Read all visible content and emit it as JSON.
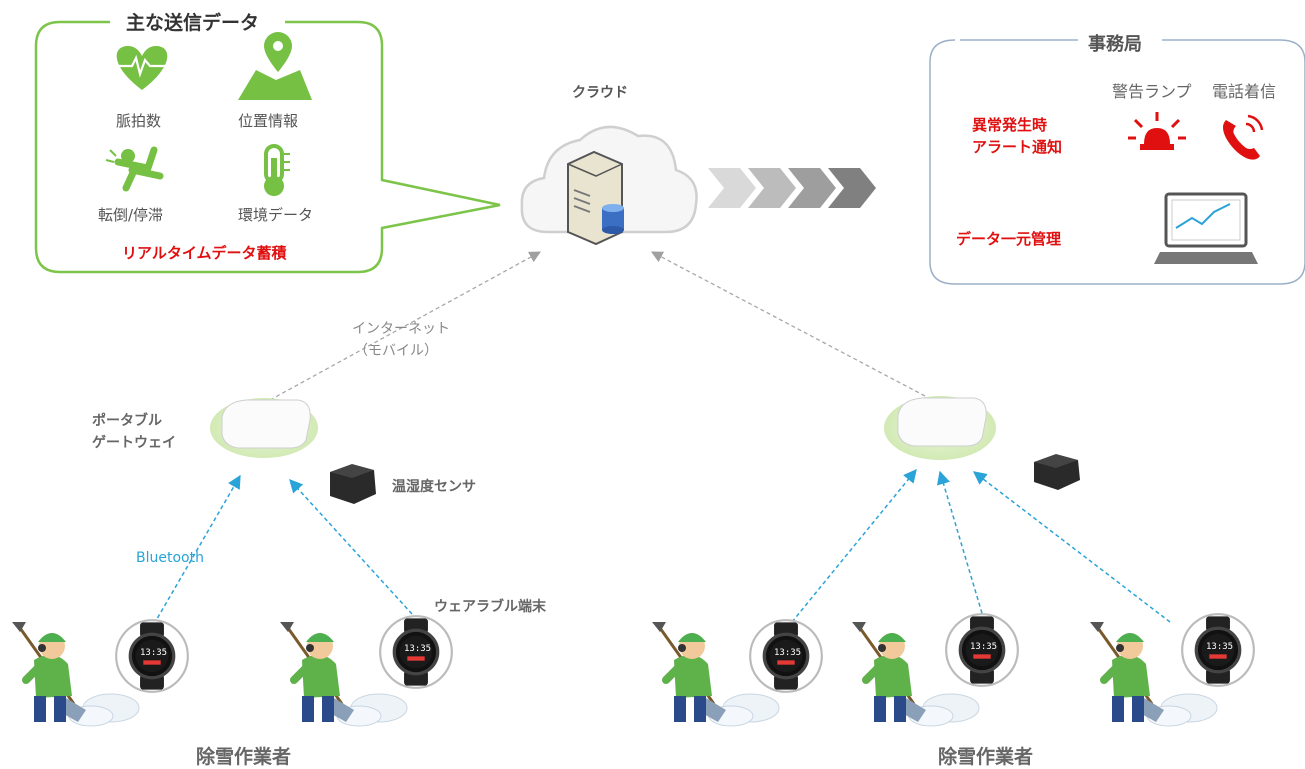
{
  "data_box": {
    "title": "主な送信データ",
    "items": [
      "脈拍数",
      "位置情報",
      "転倒/停滞",
      "環境データ"
    ],
    "footer": "リアルタイムデータ蓄積"
  },
  "cloud": {
    "label": "クラウド"
  },
  "office": {
    "title": "事務局",
    "lamp_label": "警告ランプ",
    "phone_label": "電話着信",
    "alert_label": "異常発生時\nアラート通知",
    "manage_label": "データ一元管理"
  },
  "network": {
    "internet_line1": "インターネット",
    "internet_line2": "（モバイル）",
    "gateway_line1": "ポータブル",
    "gateway_line2": "ゲートウェイ",
    "sensor_label": "温湿度センサ",
    "bluetooth_label": "Bluetooth",
    "wearable_label": "ウェアラブル端末",
    "watch_time": "13:35"
  },
  "workers": {
    "left_label": "除雪作業者",
    "right_label": "除雪作業者"
  },
  "colors": {
    "green": "#76c043",
    "red": "#e01010",
    "blue": "#29a3d8",
    "grey_arrow": "#9a9a9a"
  }
}
